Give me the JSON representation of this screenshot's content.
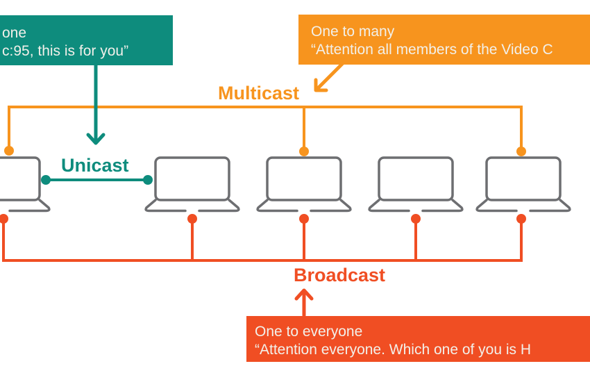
{
  "colors": {
    "teal": "#0E8C7D",
    "orange": "#F7941E",
    "red": "#F04E23",
    "laptop_gray": "#6D6E71",
    "box_text": "#F2F0EA",
    "background": "#FFFFFF"
  },
  "labels": {
    "multicast": "Multicast",
    "unicast": "Unicast",
    "broadcast": "Broadcast"
  },
  "callouts": {
    "one_to_one": {
      "line1": "one",
      "line2": "c:95, this is for you”"
    },
    "one_to_many": {
      "line1": "One to many",
      "line2": "“Attention all members of the Video C"
    },
    "one_to_everyone": {
      "line1": "One to everyone",
      "line2": "“Attention everyone.  Which one of you is H"
    }
  }
}
